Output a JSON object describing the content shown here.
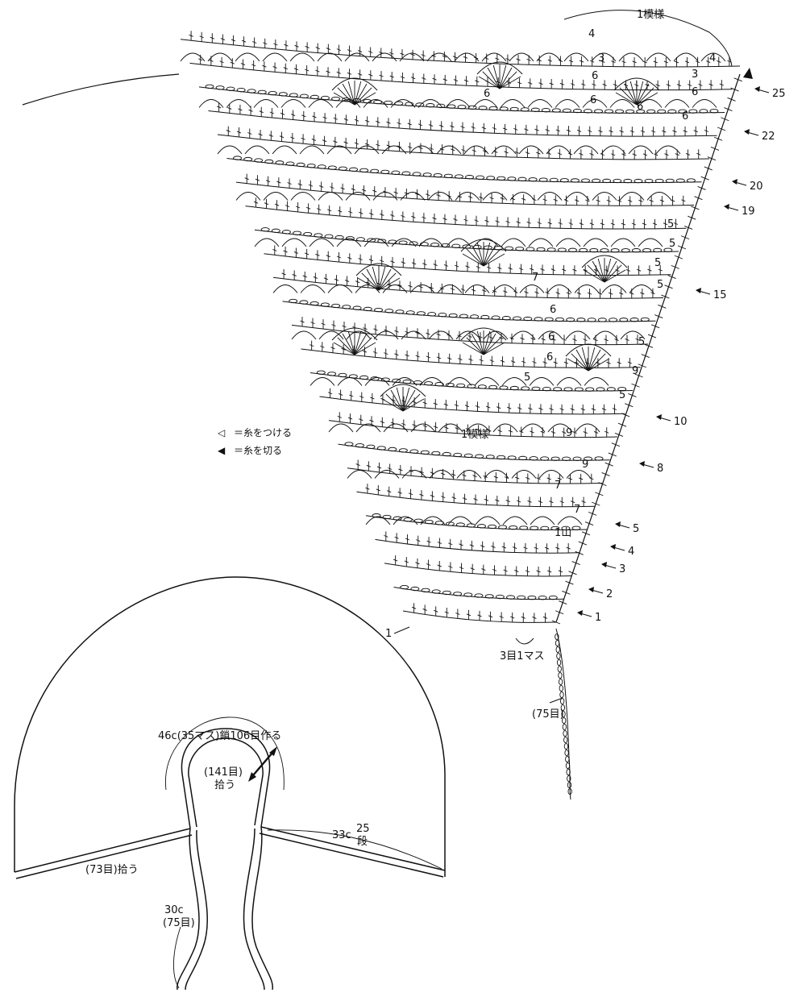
{
  "pattern_label_top": "1模様",
  "pattern_label_mid": "1模様",
  "yama_label": "1山",
  "row_numbers": [
    "25",
    "22",
    "20",
    "19",
    "15",
    "10",
    "8",
    "5",
    "4",
    "3",
    "2",
    "1"
  ],
  "inner_numbers": [
    "4",
    "4",
    "3",
    "3",
    "6",
    "6",
    "6",
    "6",
    "6",
    "6",
    "5",
    "5",
    "5",
    "5",
    "7",
    "6",
    "6",
    "6",
    "5",
    "5",
    "9",
    "5",
    "9",
    "9",
    "7",
    "7"
  ],
  "start_row_label": "1",
  "legend": [
    {
      "symbol": "◁",
      "text": "＝糸をつける",
      "icon": "open-triangle-icon"
    },
    {
      "symbol": "◀",
      "text": "＝糸を切る",
      "icon": "filled-triangle-icon"
    }
  ],
  "tie": {
    "grouping": "3目1マス",
    "count": "(75目)"
  },
  "schematic": {
    "neck_label": "46c(35マス)鎖106目作る",
    "neck_pickup_count": "(141目)",
    "neck_pickup_word": "拾う",
    "edge_length": "33c",
    "edge_rows_number": "25",
    "edge_rows_unit": "段",
    "edge_pickup": "(73目)拾う",
    "tie_length": "30c",
    "tie_count": "(75目)"
  }
}
